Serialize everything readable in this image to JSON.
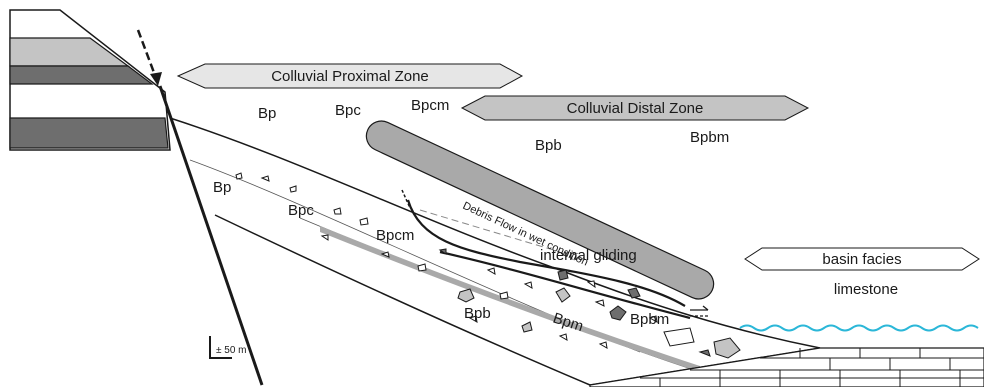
{
  "zones": {
    "proximal": "Colluvial Proximal Zone",
    "distal": "Colluvial Distal Zone",
    "basin": "basin facies"
  },
  "legend_row": {
    "bp": "Bp",
    "bpc": "Bpc",
    "bpcm": "Bpcm",
    "bpb": "Bpb",
    "bpbm": "Bpbm"
  },
  "section": {
    "bp": "Bp",
    "bpc": "Bpc",
    "bpcm": "Bpcm",
    "internal_gliding": "internal gliding",
    "bpb": "Bpb",
    "bpm": "Bpm",
    "bpbm": "Bpbm"
  },
  "debris_flow": "Debris Flow in wet condition",
  "limestone": "limestone",
  "scale": "± 50 m",
  "colors": {
    "lens_fill": "#a9a9a9",
    "water": "#2bb7d8",
    "light_band": "#c4c4c4",
    "dark_band": "#6e6e6e"
  }
}
